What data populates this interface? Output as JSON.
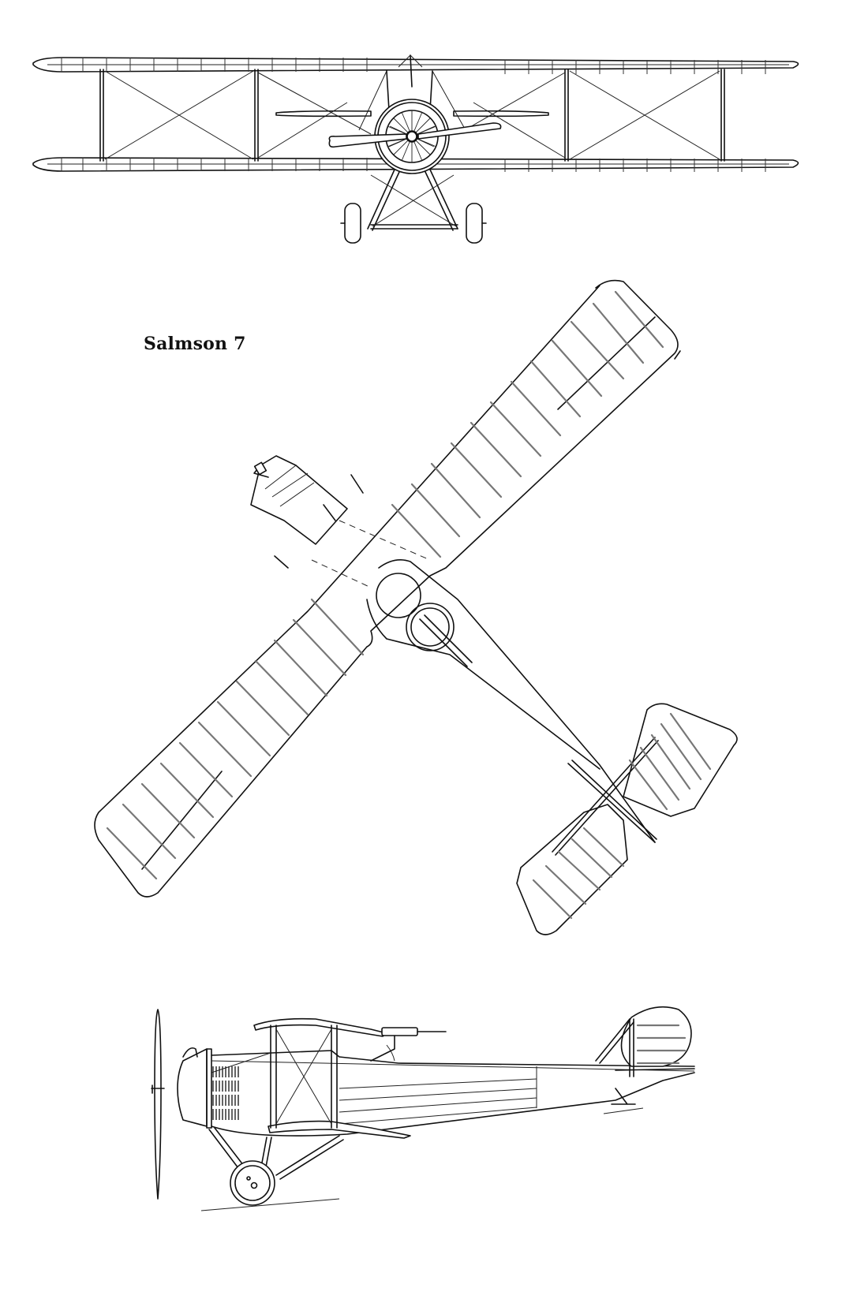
{
  "document": {
    "title": "Salmson 7",
    "type": "three-view aircraft drawing",
    "views": [
      {
        "name": "front view",
        "position": "top"
      },
      {
        "name": "plan view",
        "position": "middle"
      },
      {
        "name": "side view",
        "position": "bottom"
      }
    ]
  },
  "colors": {
    "line": "#111111",
    "rib": "#777777",
    "background": "#ffffff"
  }
}
